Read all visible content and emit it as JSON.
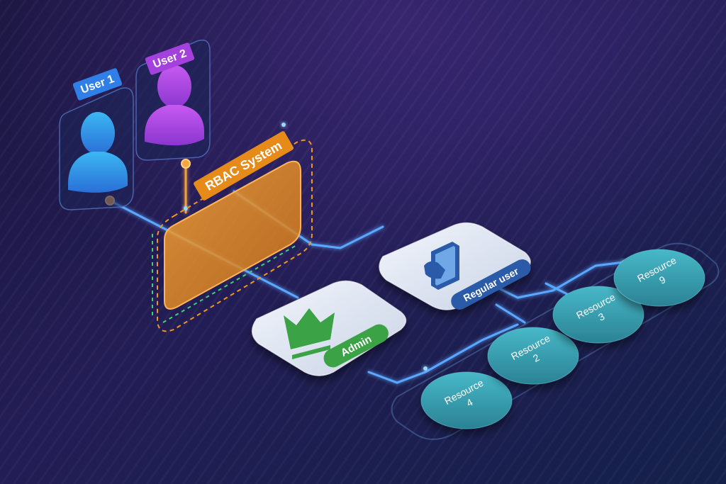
{
  "users": [
    {
      "label": "User 1",
      "color": "#2f7fe6"
    },
    {
      "label": "User 2",
      "color": "#a441dc"
    }
  ],
  "system": {
    "label": "RBAC System",
    "color": "#f0961e"
  },
  "roles": {
    "admin": {
      "label": "Admin",
      "icon": "crown-icon",
      "color": "#3aa245"
    },
    "regular": {
      "label": "Regular user",
      "icon": "tablet-icon",
      "color": "#2a5aa8"
    }
  },
  "resources": [
    {
      "line1": "Resource",
      "line2": "4"
    },
    {
      "line1": "Resource",
      "line2": "2"
    },
    {
      "line1": "Resource",
      "line2": "3"
    },
    {
      "line1": "Resource",
      "line2": "9"
    }
  ]
}
